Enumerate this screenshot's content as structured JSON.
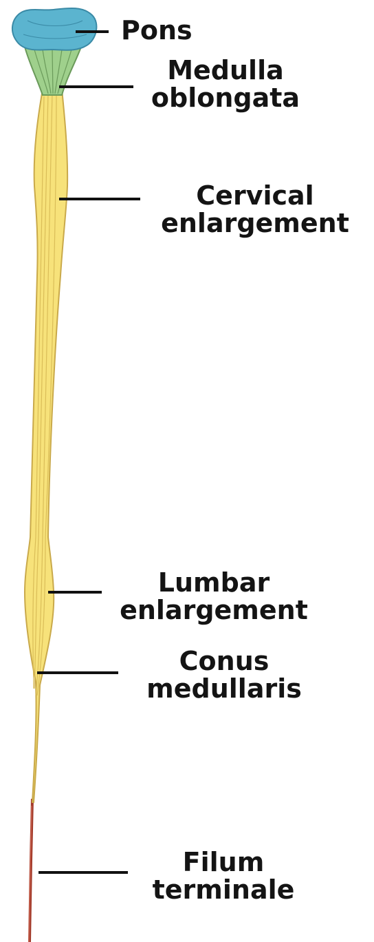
{
  "colors": {
    "pons": "#5bb4cf",
    "medulla": "#9fd08c",
    "cord": "#f7e27a",
    "cord_outline": "#c9a94a",
    "filum": "#a33a2a",
    "text": "#141414"
  },
  "labels": {
    "pons": [
      "Pons"
    ],
    "medulla_oblongata": [
      "Medulla",
      "oblongata"
    ],
    "cervical_enlargement": [
      "Cervical",
      "enlargement"
    ],
    "lumbar_enlargement": [
      "Lumbar",
      "enlargement"
    ],
    "conus_medullaris": [
      "Conus",
      "medullaris"
    ],
    "filum_terminale": [
      "Filum",
      "terminale"
    ]
  }
}
